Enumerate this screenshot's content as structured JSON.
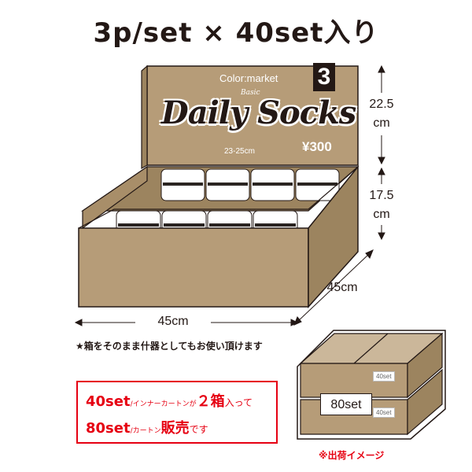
{
  "headline": "3p/set × 40set入り",
  "display_box": {
    "brand": "Color:market",
    "line": "Basic",
    "product": "Daily Socks",
    "pack_count": "3",
    "size_range": "23-25cm",
    "price": "¥300"
  },
  "dimensions": {
    "panel_height_value": "22.5",
    "panel_height_unit": "cm",
    "box_height_value": "17.5",
    "box_height_unit": "cm",
    "depth": "45cm",
    "width": "45cm"
  },
  "reuse_note": "★箱をそのまま什器としてもお使い頂けます",
  "sale_info": {
    "line1_qty": "40set",
    "line1_small": "/インナーカートンが",
    "line1_num": "２",
    "line1_box": "箱",
    "line1_small2": "入って",
    "line2_qty": "80set",
    "line2_small": "/カートン",
    "line2_sold": "販売",
    "line2_end": "です"
  },
  "carton": {
    "label": "80set",
    "inner_tag": "40set"
  },
  "shipping_note": "※出荷イメージ",
  "colors": {
    "cardboard": "#b69c78",
    "cardboard_dark": "#9c845f",
    "outline": "#231815",
    "accent_red": "#e60012"
  }
}
